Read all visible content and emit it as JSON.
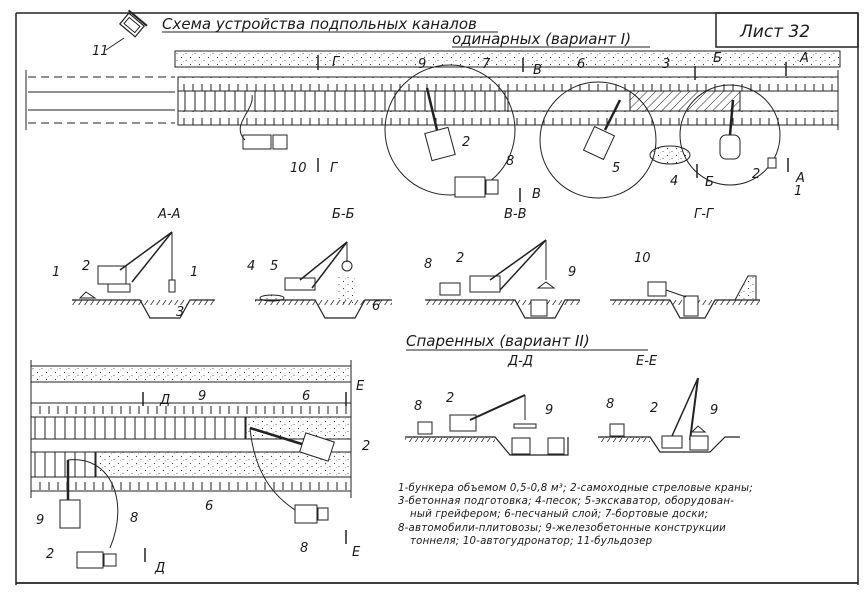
{
  "sheet": {
    "title_line1": "Схема устройства подпольных каналов",
    "title_line2": "одинарных (вариант I)",
    "sheet_number": "Лист 32",
    "variant2_title": "Спаренных (вариант II)"
  },
  "sections": {
    "aa": "А-А",
    "bb": "Б-Б",
    "vv": "В-В",
    "gg": "Г-Г",
    "dd": "Д-Д",
    "ee": "Е-Е"
  },
  "cut_marks": {
    "a": "А",
    "b": "Б",
    "v": "В",
    "g": "Г",
    "d": "Д",
    "e": "Е"
  },
  "callouts": {
    "n1": "1",
    "n2": "2",
    "n3": "3",
    "n4": "4",
    "n5": "5",
    "n6": "6",
    "n7": "7",
    "n8": "8",
    "n9": "9",
    "n10": "10",
    "n11": "11"
  },
  "legend": {
    "line1": "1-бункера объемом 0,5-0,8 м³;  2-самоходные стреловые краны;",
    "line2": "3-бетонная подготовка;  4-песок;  5-экскаватор, оборудован-",
    "line3": "ный грейфером;  6-песчаный слой; 7-бортовые доски;",
    "line4": "8-автомобили-плитовозы;  9-железобетонные конструкции",
    "line5": "тоннеля;  10-автогудронатор;  11-бульдозер"
  },
  "colors": {
    "ink": "#1a1a1a",
    "paper": "#ffffff"
  }
}
